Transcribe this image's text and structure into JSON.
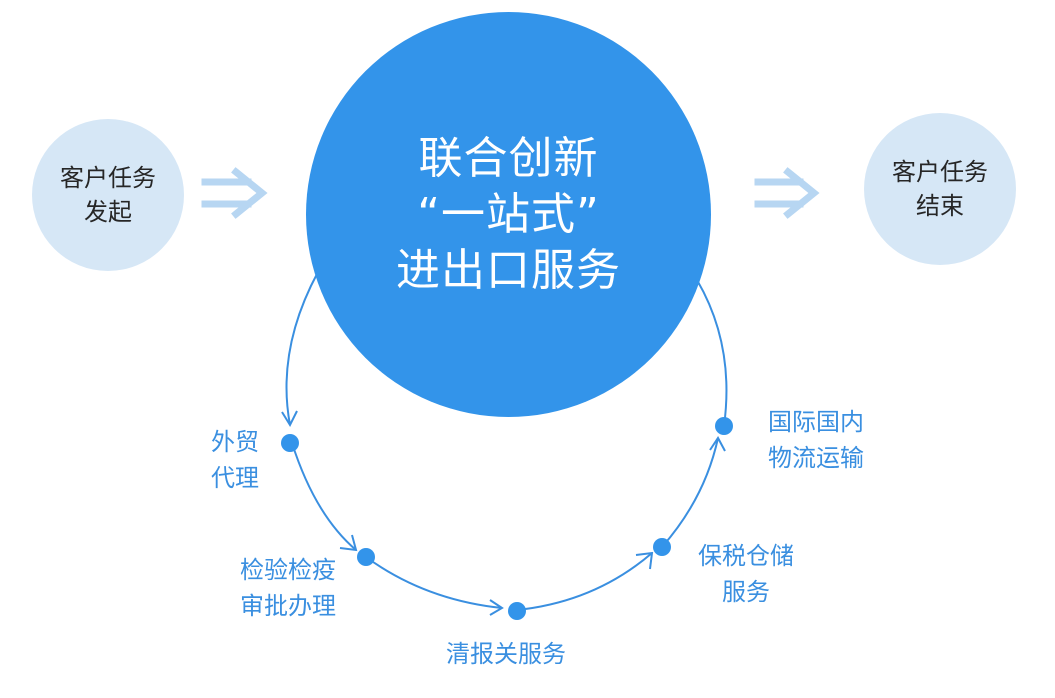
{
  "start_node": {
    "line1": "客户任务",
    "line2": "发起"
  },
  "end_node": {
    "line1": "客户任务",
    "line2": "结束"
  },
  "center": {
    "line1": "联合创新",
    "line2": "“一站式”",
    "line3": "进出口服务"
  },
  "steps": [
    {
      "line1": "外贸",
      "line2": "代理"
    },
    {
      "line1": "检验检疫",
      "line2": "审批办理"
    },
    {
      "line1": "清报关服务"
    },
    {
      "line1": "保税仓储",
      "line2": "服务"
    },
    {
      "line1": "国际国内",
      "line2": "物流运输"
    }
  ],
  "colors": {
    "primary_blue": "#3394ea",
    "light_blue": "#d6e7f6",
    "arrow_light": "#b7d6f2",
    "label_blue": "#3a8fe0"
  }
}
